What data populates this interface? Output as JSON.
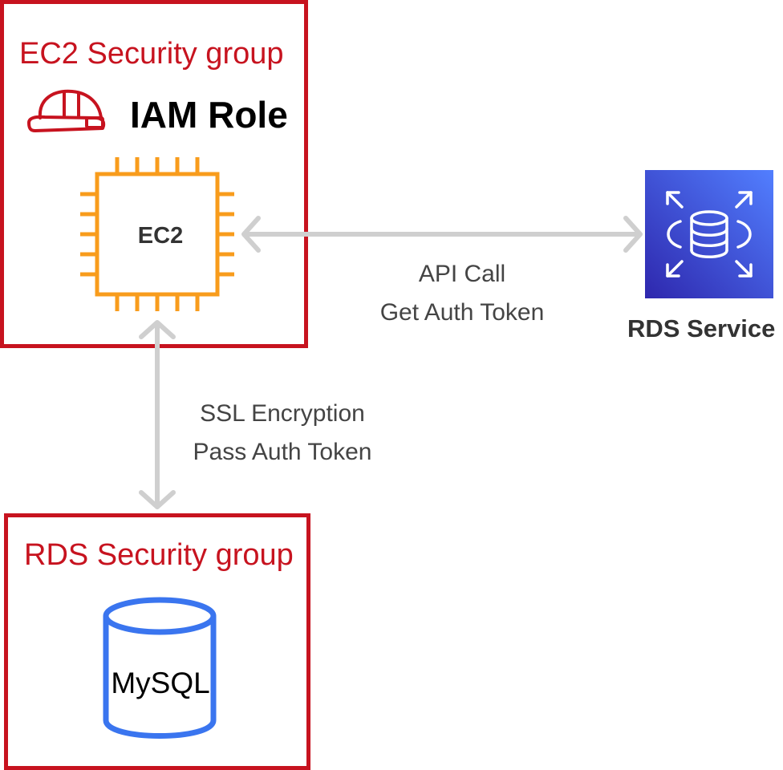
{
  "ec2_security_group": {
    "title": "EC2 Security group"
  },
  "iam_role": {
    "label": "IAM Role",
    "icon": "hard-hat-icon"
  },
  "ec2_instance": {
    "label": "EC2",
    "icon": "chip-icon",
    "color": "#f89c1c"
  },
  "rds_service": {
    "label": "RDS Service",
    "icon": "rds-service-icon",
    "color": "#3b48cc"
  },
  "rds_security_group": {
    "title": "RDS Security group"
  },
  "database": {
    "label": "MySQL",
    "icon": "database-cylinder-icon",
    "color": "#3a75ef"
  },
  "connections": {
    "ec2_rds_service": {
      "line1": "API Call",
      "line2": "Get Auth Token"
    },
    "ec2_mysql": {
      "line1": "SSL Encryption",
      "line2": "Pass Auth Token"
    }
  },
  "colors": {
    "security_group_border": "#c7131f",
    "arrow": "#cfcfcf",
    "text_gray": "#444444"
  }
}
